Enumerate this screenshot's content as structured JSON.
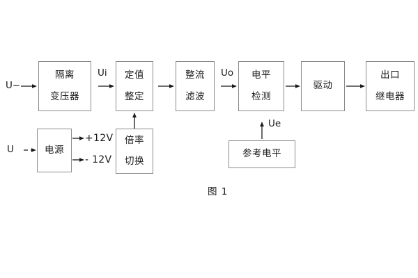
{
  "figure": {
    "caption": "图 1",
    "stroke_color": "#8a8a8a",
    "text_color": "#1a1a1a",
    "background": "#ffffff"
  },
  "blocks": {
    "isolation_transformer": {
      "line1": "隔离",
      "line2": "变压器"
    },
    "setting_value": {
      "line1": "定值",
      "line2": "整定"
    },
    "rectify_filter": {
      "line1": "整流",
      "line2": "滤波"
    },
    "level_detect": {
      "line1": "电平",
      "line2": "检测"
    },
    "drive": {
      "line1": "驱动"
    },
    "output_relay": {
      "line1": "出口",
      "line2": "继电器"
    },
    "power_supply": {
      "line1": "电源"
    },
    "ratio_switch": {
      "line1": "倍率",
      "line2": "切换"
    },
    "reference_level": {
      "line1": "参考电平"
    }
  },
  "labels": {
    "input_ac": "U~",
    "input_dc": "U",
    "signal_ui": "Ui",
    "signal_uo": "Uo",
    "signal_ue": "Ue",
    "rail_positive": "+12V",
    "rail_negative": "- 12V"
  }
}
